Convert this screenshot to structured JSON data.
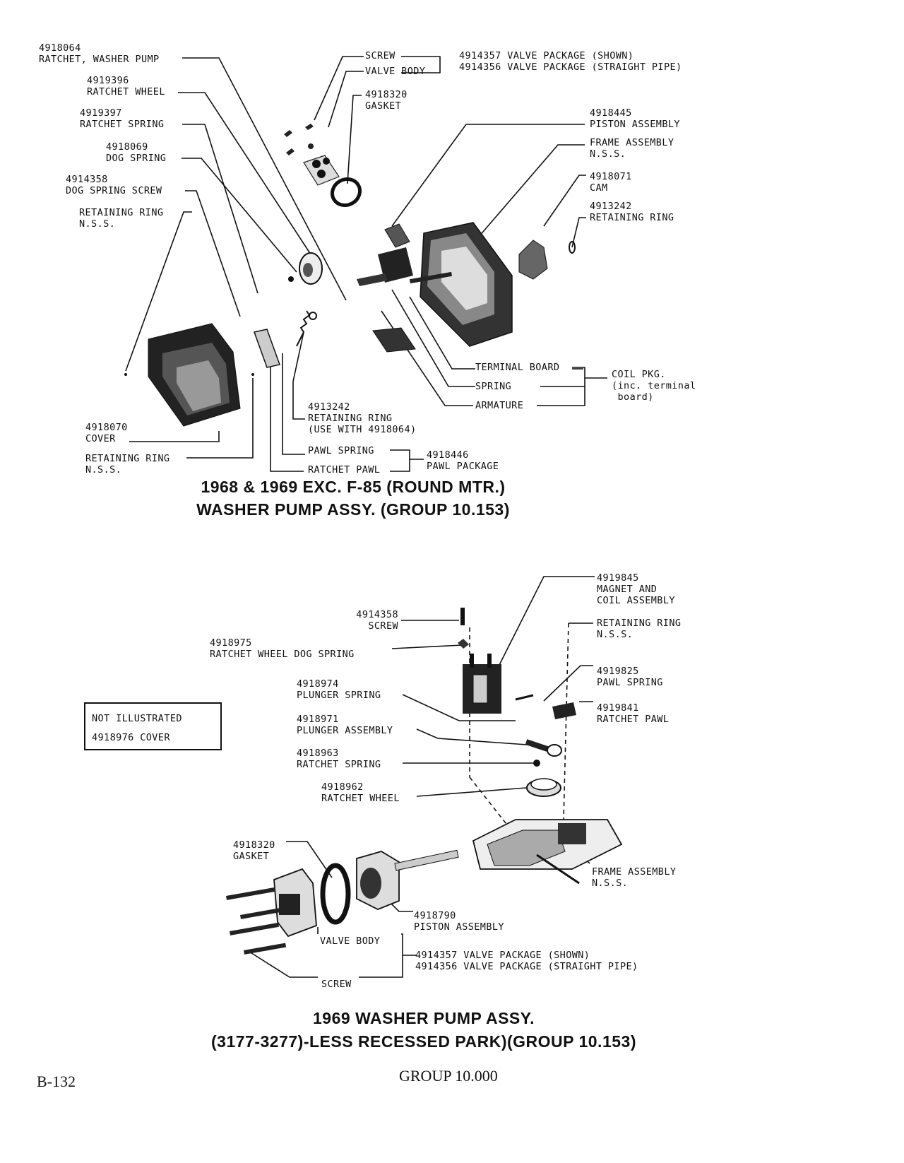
{
  "top_diagram": {
    "title_line1": "1968 & 1969 EXC. F-85 (ROUND MTR.)",
    "title_line2": "WASHER PUMP ASSY. (GROUP 10.153)",
    "labels": {
      "ratchet_washer_pump": "4918064\nRATCHET, WASHER PUMP",
      "ratchet_wheel": "4919396\nRATCHET WHEEL",
      "ratchet_spring": "4919397\nRATCHET SPRING",
      "dog_spring": "4918069\nDOG SPRING",
      "dog_spring_screw": "4914358\nDOG SPRING SCREW",
      "retaining_ring_nss": "RETAINING RING\nN.S.S.",
      "screw": "SCREW",
      "valve_body": "VALVE BODY",
      "valve_package": "4914357 VALVE PACKAGE (SHOWN)\n4914356 VALVE PACKAGE (STRAIGHT PIPE)",
      "gasket": "4918320\nGASKET",
      "piston_assembly": "4918445\nPISTON ASSEMBLY",
      "frame_assembly": "FRAME ASSEMBLY\nN.S.S.",
      "cam": "4918071\nCAM",
      "retaining_ring_cam": "4913242\nRETAINING RING",
      "terminal_board": "TERMINAL BOARD",
      "spring": "SPRING",
      "armature": "ARMATURE",
      "coil_pkg": "COIL PKG.\n(inc. terminal\n board)",
      "retaining_ring_use": "4913242\nRETAINING RING\n(USE WITH 4918064)",
      "cover": "4918070\nCOVER",
      "retaining_ring_bottom": "RETAINING RING\nN.S.S.",
      "pawl_spring": "PAWL SPRING",
      "ratchet_pawl": "RATCHET PAWL",
      "pawl_package": "4918446\nPAWL PACKAGE"
    }
  },
  "bottom_diagram": {
    "title_line1": "1969 WASHER PUMP ASSY.",
    "title_line2": "(3177-3277)-LESS RECESSED PARK)(GROUP 10.153)",
    "not_illustrated": "NOT ILLUSTRATED\n4918976 COVER",
    "labels": {
      "magnet_coil": "4919845\nMAGNET AND\nCOIL ASSEMBLY",
      "screw": "4914358\nSCREW",
      "retaining_ring": "RETAINING RING\nN.S.S.",
      "dog_spring": "4918975\nRATCHET WHEEL DOG SPRING",
      "pawl_spring": "4919825\nPAWL SPRING",
      "plunger_spring": "4918974\nPLUNGER SPRING",
      "ratchet_pawl": "4919841\nRATCHET PAWL",
      "plunger_assembly": "4918971\nPLUNGER ASSEMBLY",
      "ratchet_spring": "4918963\nRATCHET SPRING",
      "ratchet_wheel": "4918962\nRATCHET WHEEL",
      "gasket": "4918320\nGASKET",
      "frame_assembly": "FRAME ASSEMBLY\nN.S.S.",
      "piston_assembly": "4918790\nPISTON ASSEMBLY",
      "valve_body": "VALVE BODY",
      "valve_package": "4914357 VALVE PACKAGE (SHOWN)\n4914356 VALVE PACKAGE (STRAIGHT PIPE)",
      "screw_bottom": "SCREW"
    }
  },
  "footer": {
    "page_number": "B-132",
    "group": "GROUP 10.000"
  }
}
